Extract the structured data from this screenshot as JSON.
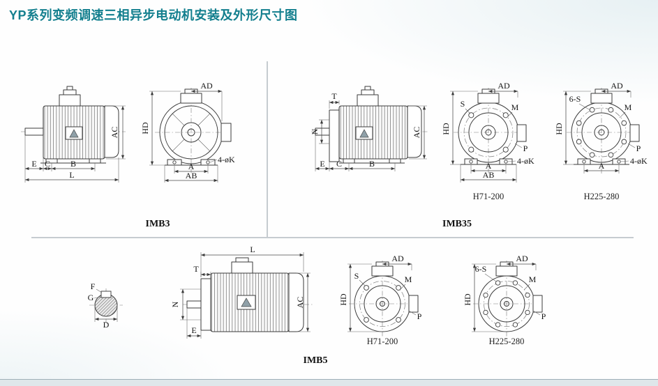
{
  "title": "YP系列变频调速三相异步电动机安装及外形尺寸图",
  "colors": {
    "title": "#137F8E",
    "line": "#3b3b3b"
  },
  "dims": {
    "L": "L",
    "B": "B",
    "C": "C",
    "E": "E",
    "T": "T",
    "N": "N",
    "AC": "AC",
    "AD": "AD",
    "HD": "HD",
    "A": "A",
    "AB": "AB",
    "S": "S",
    "M": "M",
    "P": "P",
    "D": "D",
    "F": "F",
    "G": "G",
    "K4": "4-øK",
    "S6": "6-S"
  },
  "captions": {
    "imb3": "IMB3",
    "imb35": "IMB35",
    "imb5": "IMB5",
    "h71": "H71-200",
    "h225": "H225-280"
  }
}
